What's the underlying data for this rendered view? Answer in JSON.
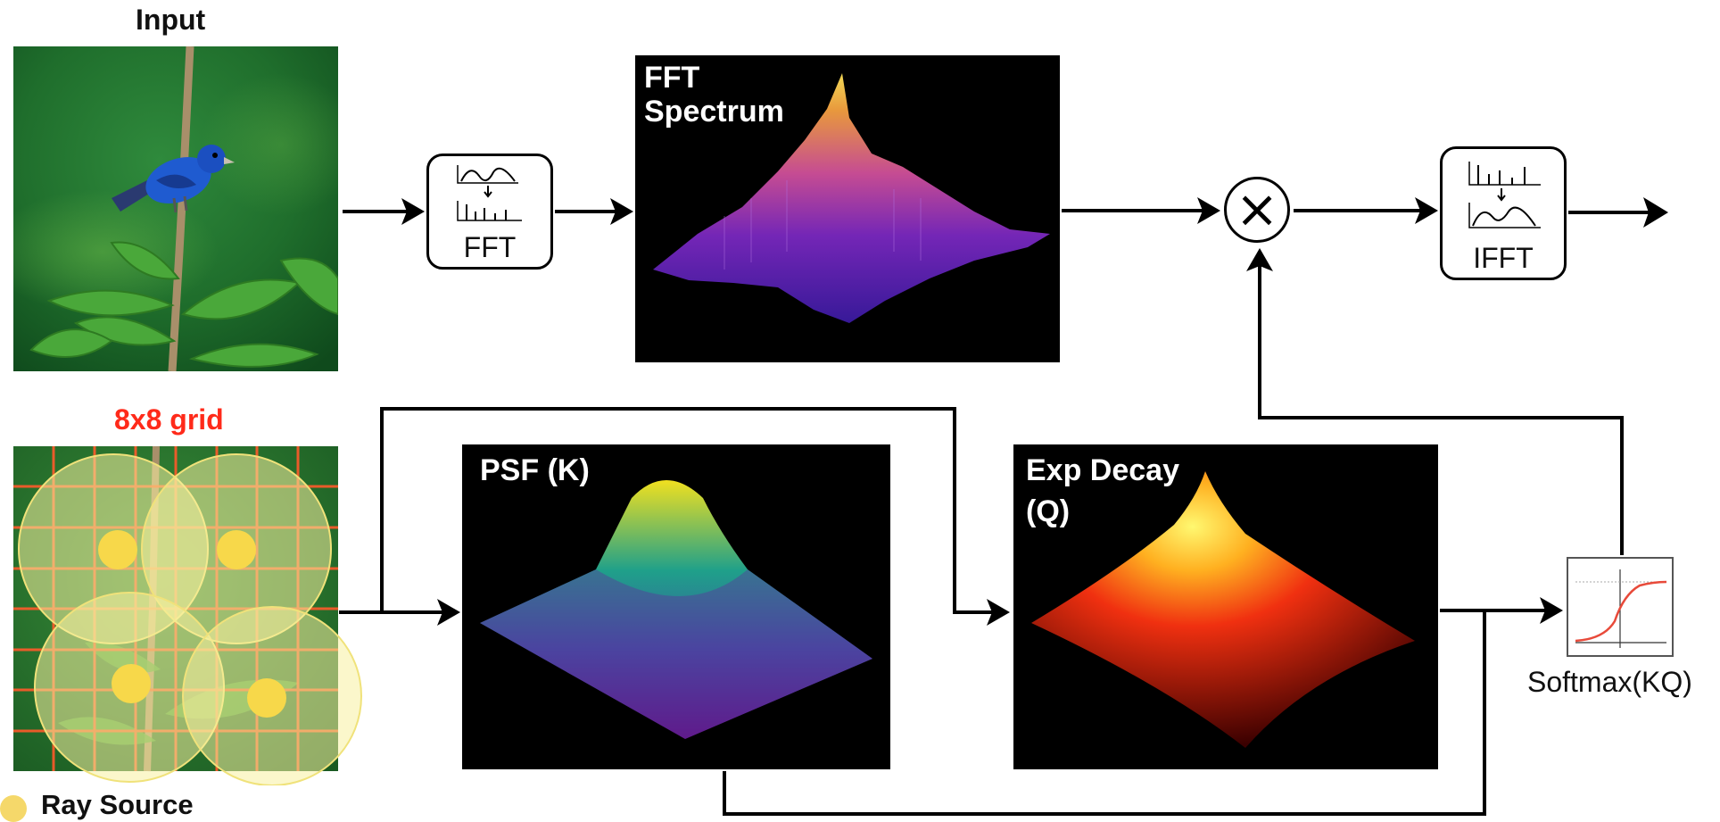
{
  "input_label": "Input",
  "grid_label": "8x8 grid",
  "ray_source_label": "Ray Source",
  "fft_op_label": "FFT",
  "ifft_op_label": "IFFT",
  "spectrum_title_line1": "FFT",
  "spectrum_title_line2": "Spectrum",
  "psf_title": "PSF (K)",
  "exp_title_line1": "Exp Decay",
  "exp_title_line2": "(Q)",
  "softmax_label": "Softmax(KQ)",
  "multiply_symbol": "×",
  "colors": {
    "grid_label": "#ff2a1a",
    "ray_source": "#f5d86a",
    "grid_lines": "#ff5a2a",
    "panel_bg": "#000000"
  },
  "icons": [
    "signal-to-spectrum-icon",
    "spectrum-to-signal-icon",
    "sigmoid-icon",
    "multiply-icon"
  ]
}
